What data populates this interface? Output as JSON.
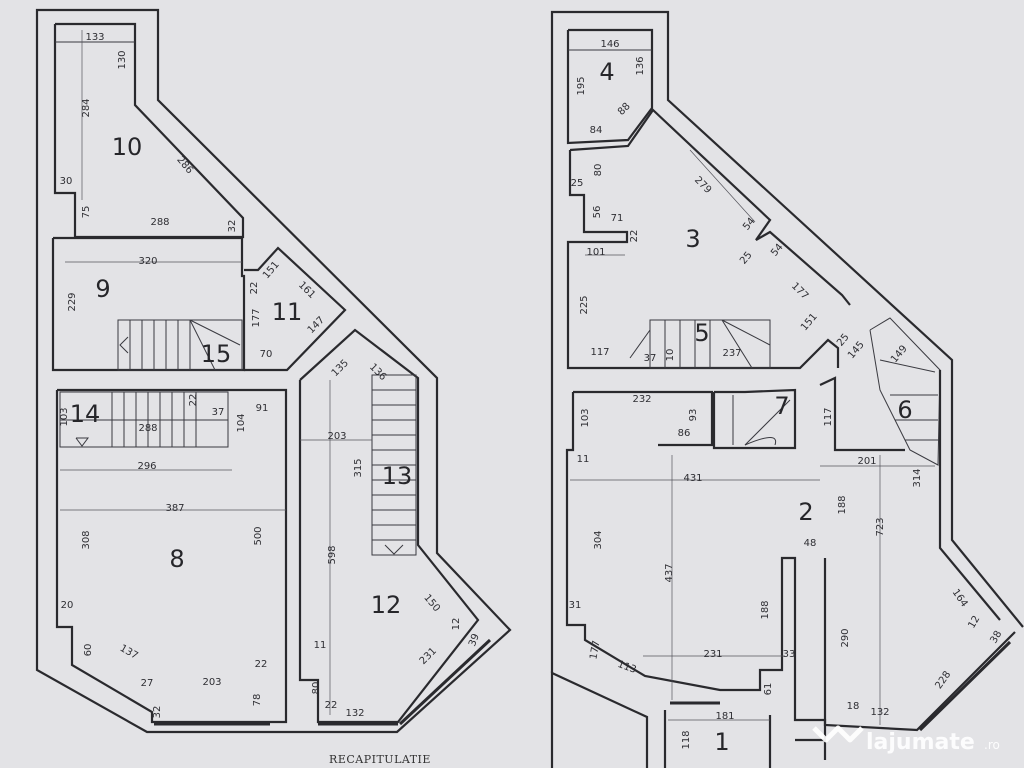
{
  "left_plan": {
    "rooms": [
      "10",
      "9",
      "11",
      "15",
      "14",
      "8",
      "13",
      "12"
    ],
    "dims": [
      "133",
      "130",
      "284",
      "286",
      "30",
      "75",
      "288",
      "32",
      "320",
      "229",
      "22",
      "151",
      "161",
      "177",
      "147",
      "70",
      "135",
      "136",
      "103",
      "22",
      "37",
      "91",
      "104",
      "288",
      "296",
      "387",
      "308",
      "500",
      "20",
      "60",
      "137",
      "22",
      "27",
      "203",
      "78",
      "32",
      "203",
      "315",
      "598",
      "150",
      "12",
      "39",
      "11",
      "231",
      "80",
      "22",
      "132"
    ],
    "caption": "RECAPITULATIE"
  },
  "right_plan": {
    "rooms": [
      "4",
      "3",
      "5",
      "6",
      "7",
      "2",
      "1"
    ],
    "dims": [
      "146",
      "195",
      "136",
      "88",
      "84",
      "80",
      "25",
      "279",
      "56",
      "71",
      "22",
      "54",
      "101",
      "54",
      "25",
      "177",
      "225",
      "151",
      "117",
      "37",
      "10",
      "237",
      "25",
      "145",
      "149",
      "232",
      "103",
      "93",
      "86",
      "117",
      "11",
      "201",
      "431",
      "314",
      "188",
      "48",
      "304",
      "437",
      "723",
      "164",
      "31",
      "188",
      "290",
      "12",
      "38",
      "177",
      "113",
      "231",
      "33",
      "61",
      "228",
      "18",
      "132",
      "181",
      "118"
    ]
  },
  "watermark": {
    "brand": "lajumate",
    "suffix": ".ro",
    "color": "#ffffff"
  },
  "colors": {
    "background": "#e3e3e6",
    "lines": "#2a2a2e"
  }
}
